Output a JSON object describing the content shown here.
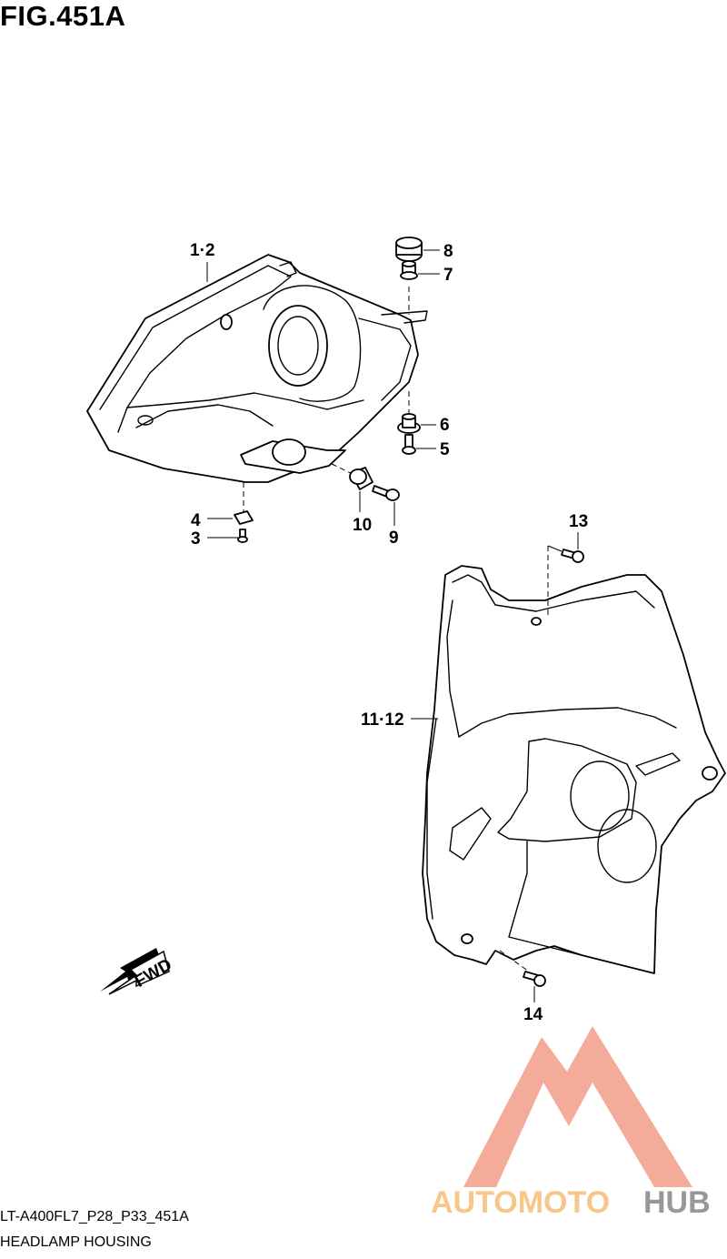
{
  "figure": {
    "title": "FIG.451A",
    "footer_code": "LT-A400FL7_P28_P33_451A",
    "footer_name": "HEADLAMP HOUSING",
    "fwd_label": "FWD"
  },
  "callouts": [
    "1·2",
    "8",
    "7",
    "6",
    "5",
    "4",
    "3",
    "10",
    "9",
    "13",
    "11·12",
    "14"
  ],
  "watermark": {
    "text_part1": "AUTOMOTO",
    "text_part2": "HUB",
    "color_primary": "#f4a38f",
    "color_secondary": "#f6c27d",
    "color_hub": "#8c8c8c"
  },
  "colors": {
    "line": "#000000",
    "background": "#ffffff"
  }
}
